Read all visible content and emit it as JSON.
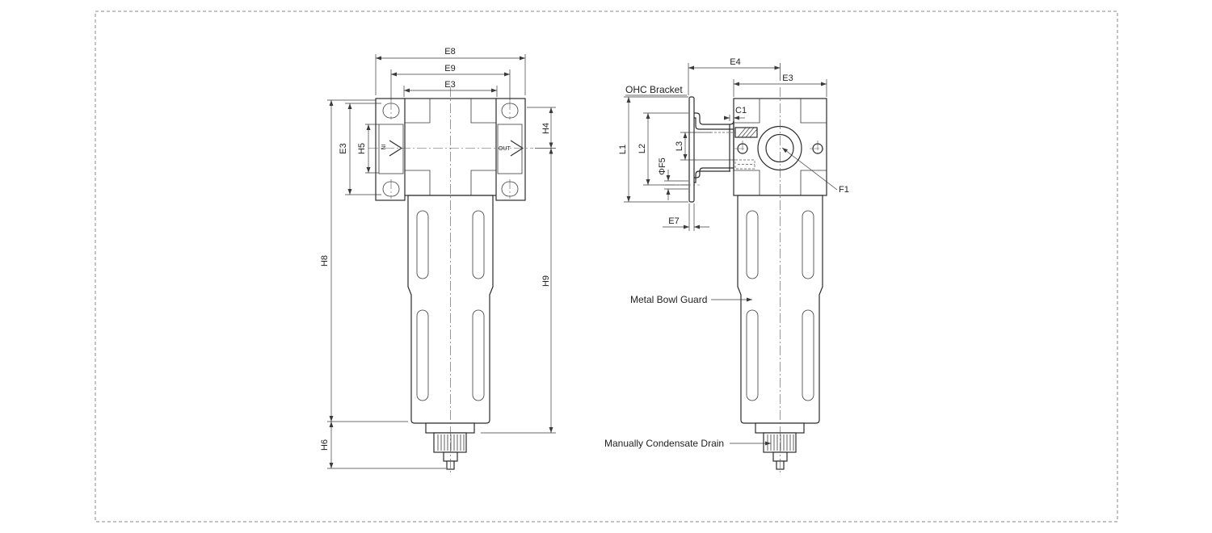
{
  "front_view": {
    "dimensions": {
      "e8": "E8",
      "e9": "E9",
      "e3": "E3",
      "e3_side": "E3",
      "h5": "H5",
      "h8": "H8",
      "h6": "H6",
      "h4": "H4",
      "h9": "H9"
    },
    "port_in": "IN",
    "port_out": "OUT"
  },
  "side_view": {
    "dimensions": {
      "e4": "E4",
      "e3": "E3",
      "c1": "C1",
      "l1": "L1",
      "l2": "L2",
      "l3": "L3",
      "f5": "ΦF5",
      "e7": "E7",
      "f1": "F1"
    },
    "callouts": {
      "ohc_bracket": "OHC Bracket",
      "metal_bowl_guard": "Metal Bowl Guard",
      "manually_condensate_drain": "Manually Condensate Drain"
    }
  }
}
